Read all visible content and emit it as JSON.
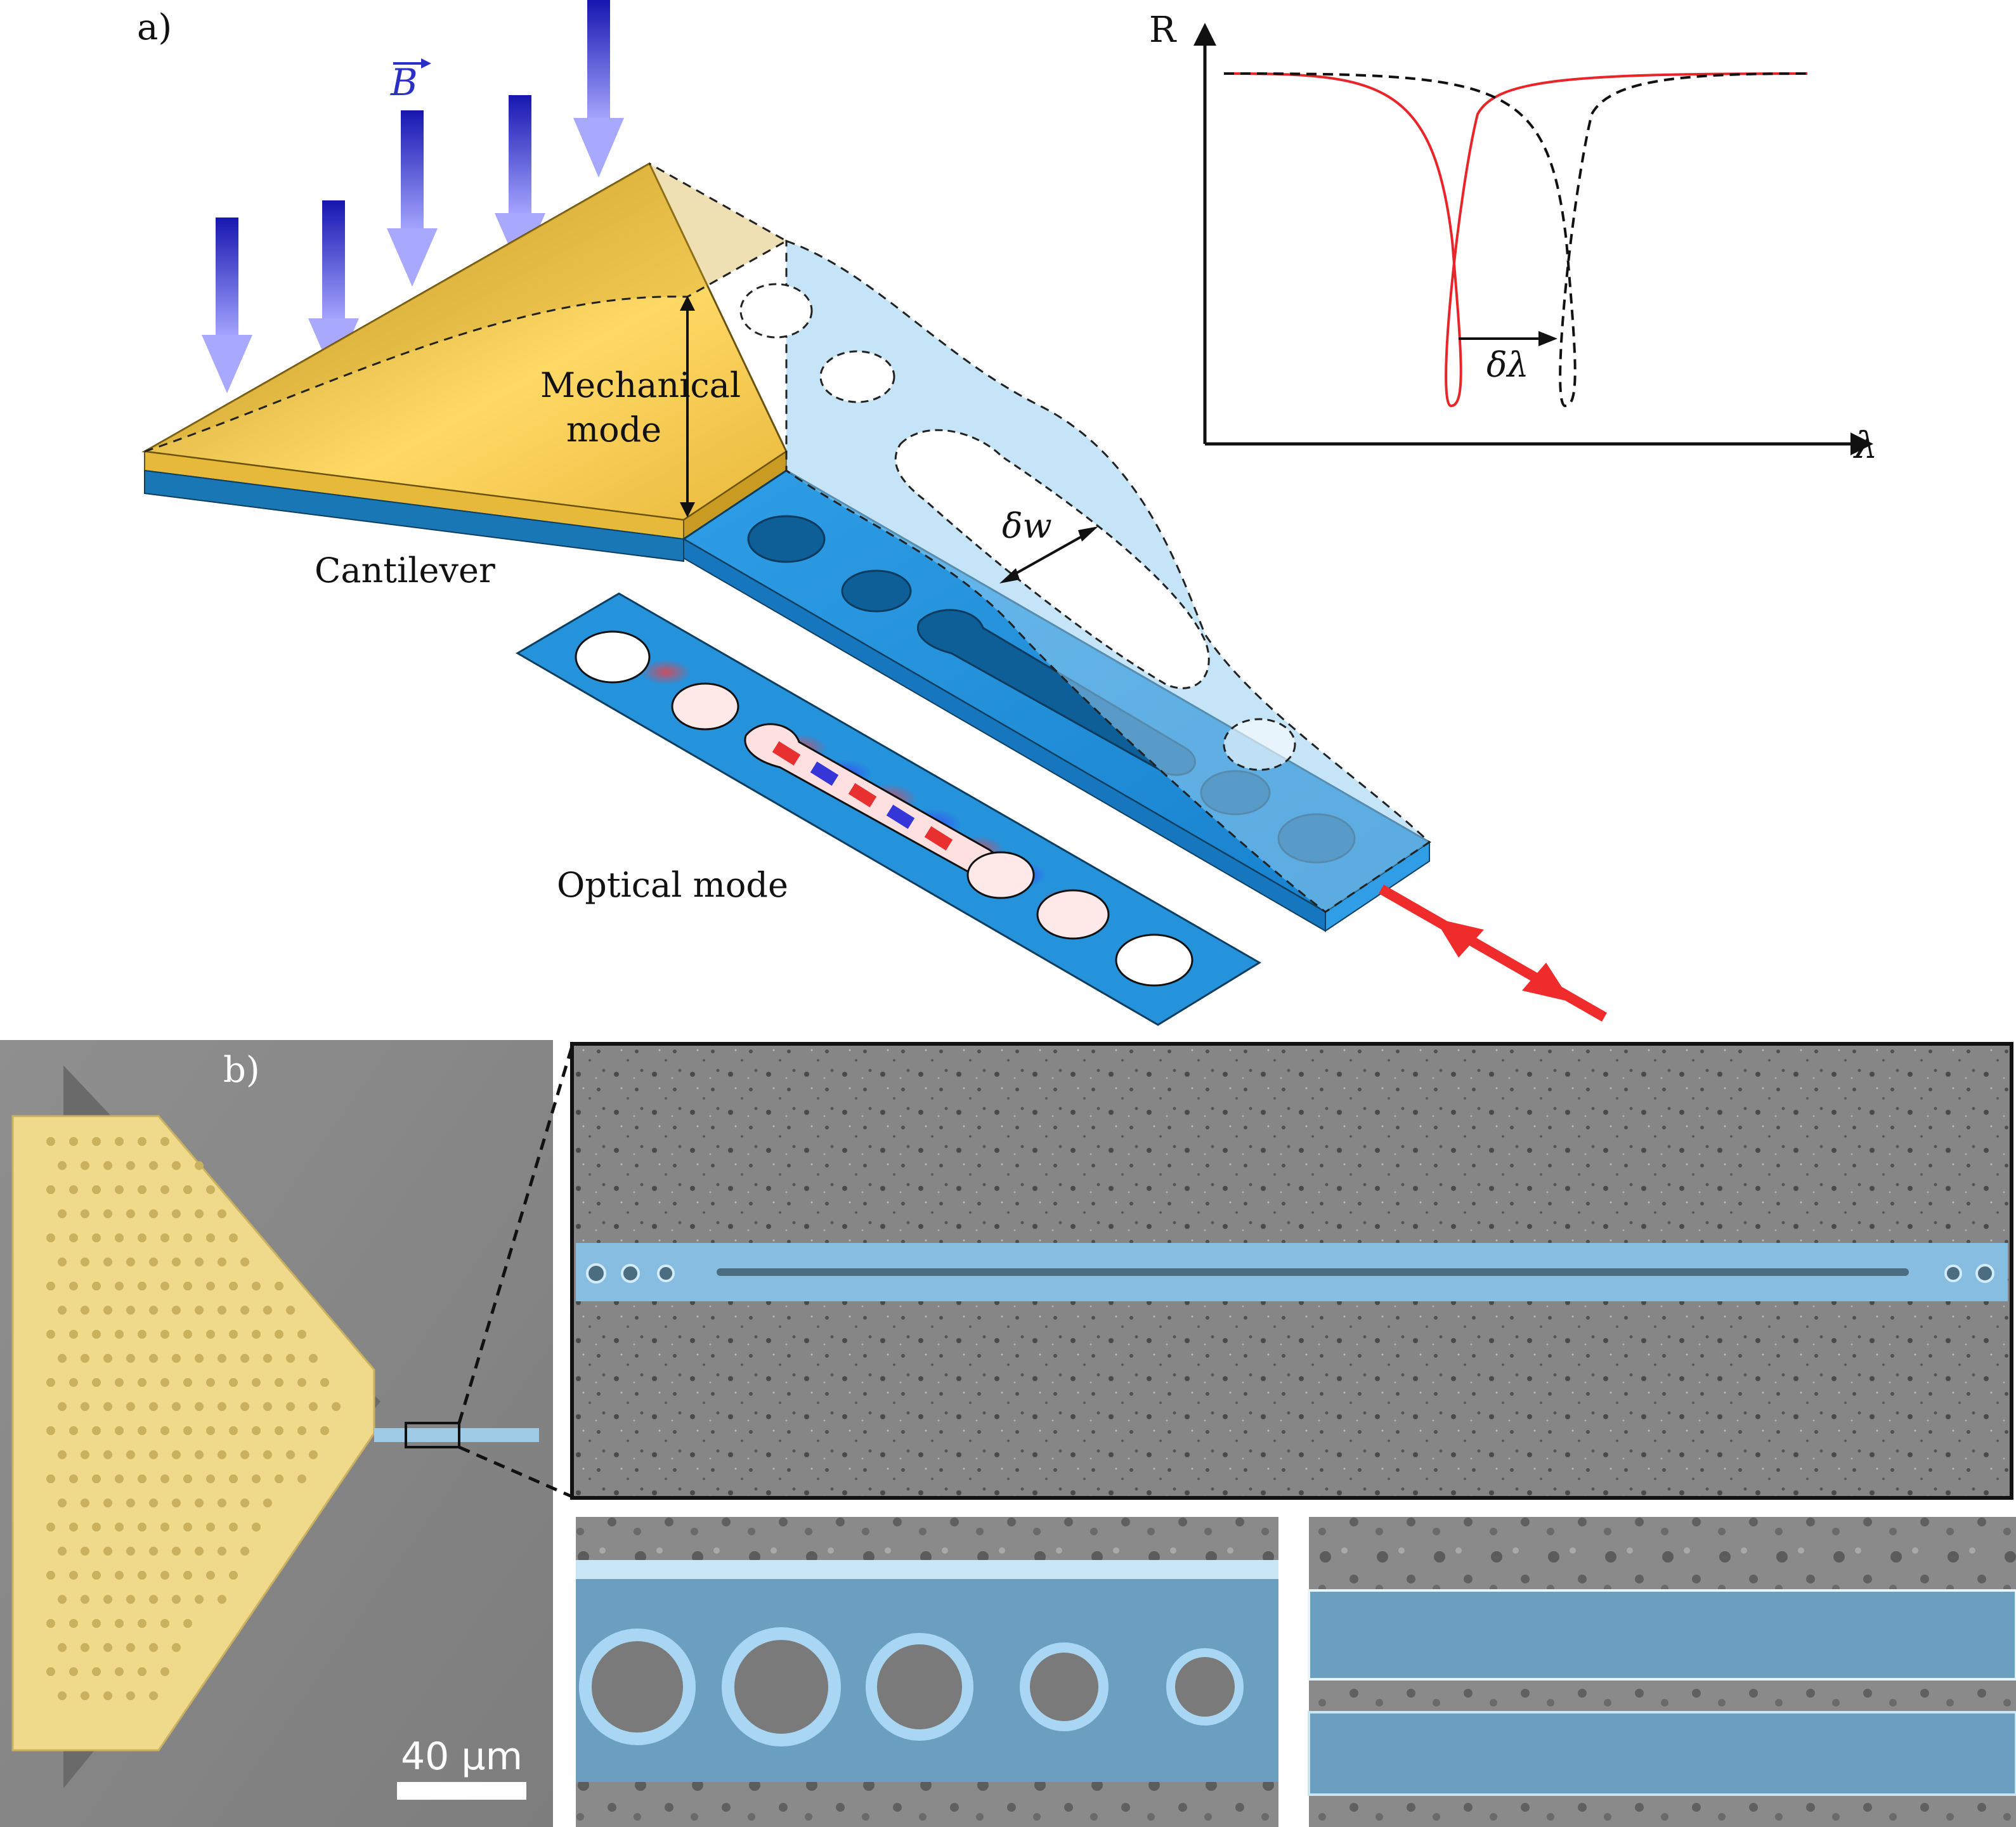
{
  "panel_a": {
    "label": "a)",
    "field_label": "B",
    "cantilever_label": "Cantilever",
    "mechanical_mode_label_line1": "Mechanical",
    "mechanical_mode_label_line2": "mode",
    "optical_mode_label": "Optical mode",
    "width_change_label": "δw",
    "inset_plot": {
      "y_axis_label": "R",
      "x_axis_label": "λ",
      "shift_label": "δλ",
      "colors": {
        "shifted": "#e8262a",
        "reference": "#111111"
      }
    }
  },
  "panel_b": {
    "label": "b)",
    "scale_bar_label": "40 µm"
  },
  "colors": {
    "gold": "#d4a82e",
    "blue": "#1b8fd8",
    "light_blue": "#a8d8f4",
    "arrow_blue": "#2a2fc8",
    "laser_red": "#ef2b2b",
    "sem_gray": "#8a8a8a",
    "sem_blue": "#7fb8dc",
    "sem_yellow": "#efd98a"
  }
}
